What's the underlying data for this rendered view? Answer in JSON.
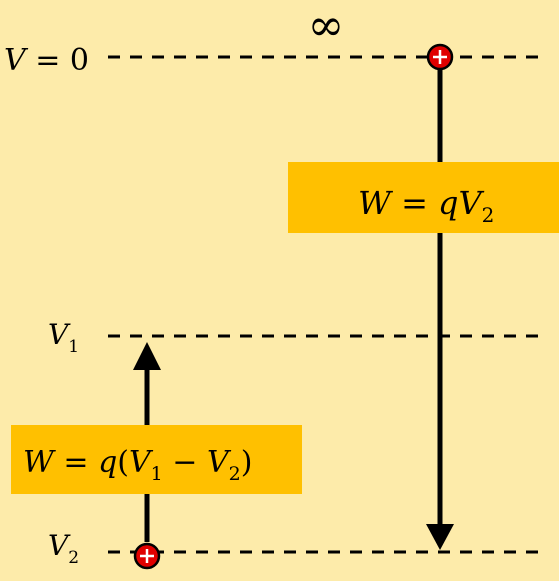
{
  "labels": {
    "infinity": "∞",
    "v_zero": {
      "var": "V",
      "rest": " = 0"
    },
    "v1": {
      "var": "V",
      "sub": "1"
    },
    "v2": {
      "var": "V",
      "sub": "2"
    }
  },
  "work_top": {
    "lhs": "W",
    "eq": " = ",
    "q": "q",
    "v": "V",
    "sub": "2"
  },
  "work_bottom": {
    "lhs": "W",
    "eq": " = ",
    "q": "q",
    "open": "(",
    "v1": "V",
    "sub1": "1",
    "minus": " − ",
    "v2": "V",
    "sub2": "2",
    "close": ")"
  },
  "colors": {
    "background": "#FDEBAA",
    "box": "#FFC000",
    "charge": "#E00000",
    "line": "#000000"
  },
  "charge_symbol": "+"
}
